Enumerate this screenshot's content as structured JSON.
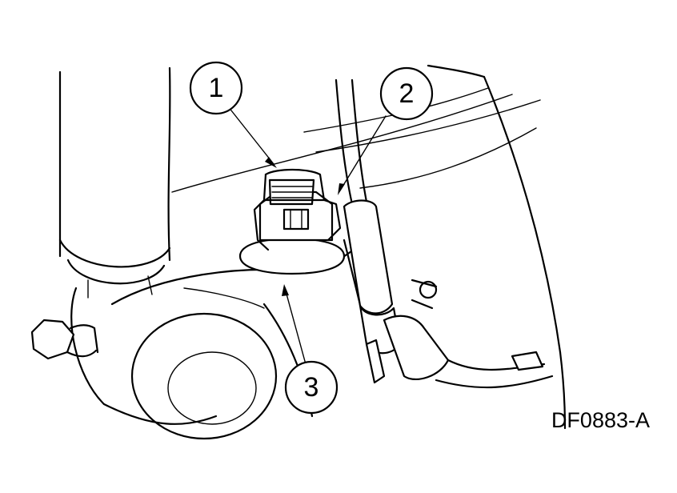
{
  "callouts": [
    {
      "label": "1"
    },
    {
      "label": "2"
    },
    {
      "label": "3"
    }
  ],
  "figure_id": "DF0883-A"
}
